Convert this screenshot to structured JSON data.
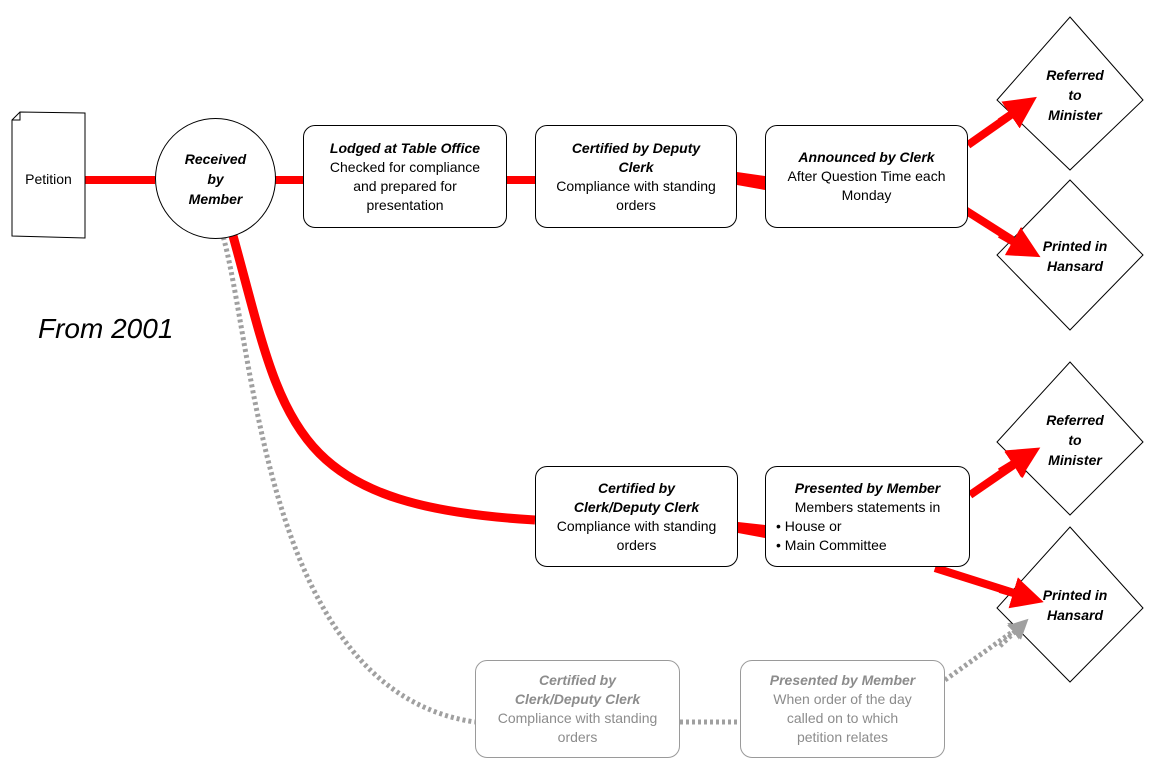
{
  "petition": {
    "label": "Petition"
  },
  "received": {
    "lines": [
      "Received",
      "by",
      "Member"
    ]
  },
  "from_year": "From 2001",
  "top_flow": {
    "lodged": {
      "title": "Lodged at Table Office",
      "lines": [
        "Checked for compliance",
        "and prepared for",
        "presentation"
      ]
    },
    "certified": {
      "title_lines": [
        "Certified by Deputy",
        "Clerk"
      ],
      "lines": [
        "Compliance with standing",
        "orders"
      ]
    },
    "announced": {
      "title": "Announced by Clerk",
      "lines": [
        "After Question Time each",
        "Monday"
      ]
    },
    "referred": {
      "lines": [
        "Referred",
        "to",
        "Minister"
      ]
    },
    "printed": {
      "lines": [
        "Printed in",
        "Hansard"
      ]
    }
  },
  "middle_flow": {
    "certified": {
      "title_lines": [
        "Certified by",
        "Clerk/Deputy Clerk"
      ],
      "lines": [
        "Compliance with standing",
        "orders"
      ]
    },
    "presented": {
      "title": "Presented by Member",
      "line": "Members statements in",
      "bullets": [
        "• House or",
        "• Main Committee"
      ]
    },
    "referred": {
      "lines": [
        "Referred",
        "to",
        "Minister"
      ]
    },
    "printed": {
      "lines": [
        "Printed in",
        "Hansard"
      ]
    }
  },
  "bottom_flow": {
    "certified": {
      "title_lines": [
        "Certified by",
        "Clerk/Deputy Clerk"
      ],
      "lines": [
        "Compliance with standing",
        "orders"
      ]
    },
    "presented": {
      "title": "Presented by Member",
      "lines": [
        "When order of the day",
        "called on to which",
        "petition relates"
      ]
    }
  },
  "colors": {
    "active_path": "#ff0000",
    "inactive_path": "#a0a0a0",
    "outline": "#000000"
  }
}
